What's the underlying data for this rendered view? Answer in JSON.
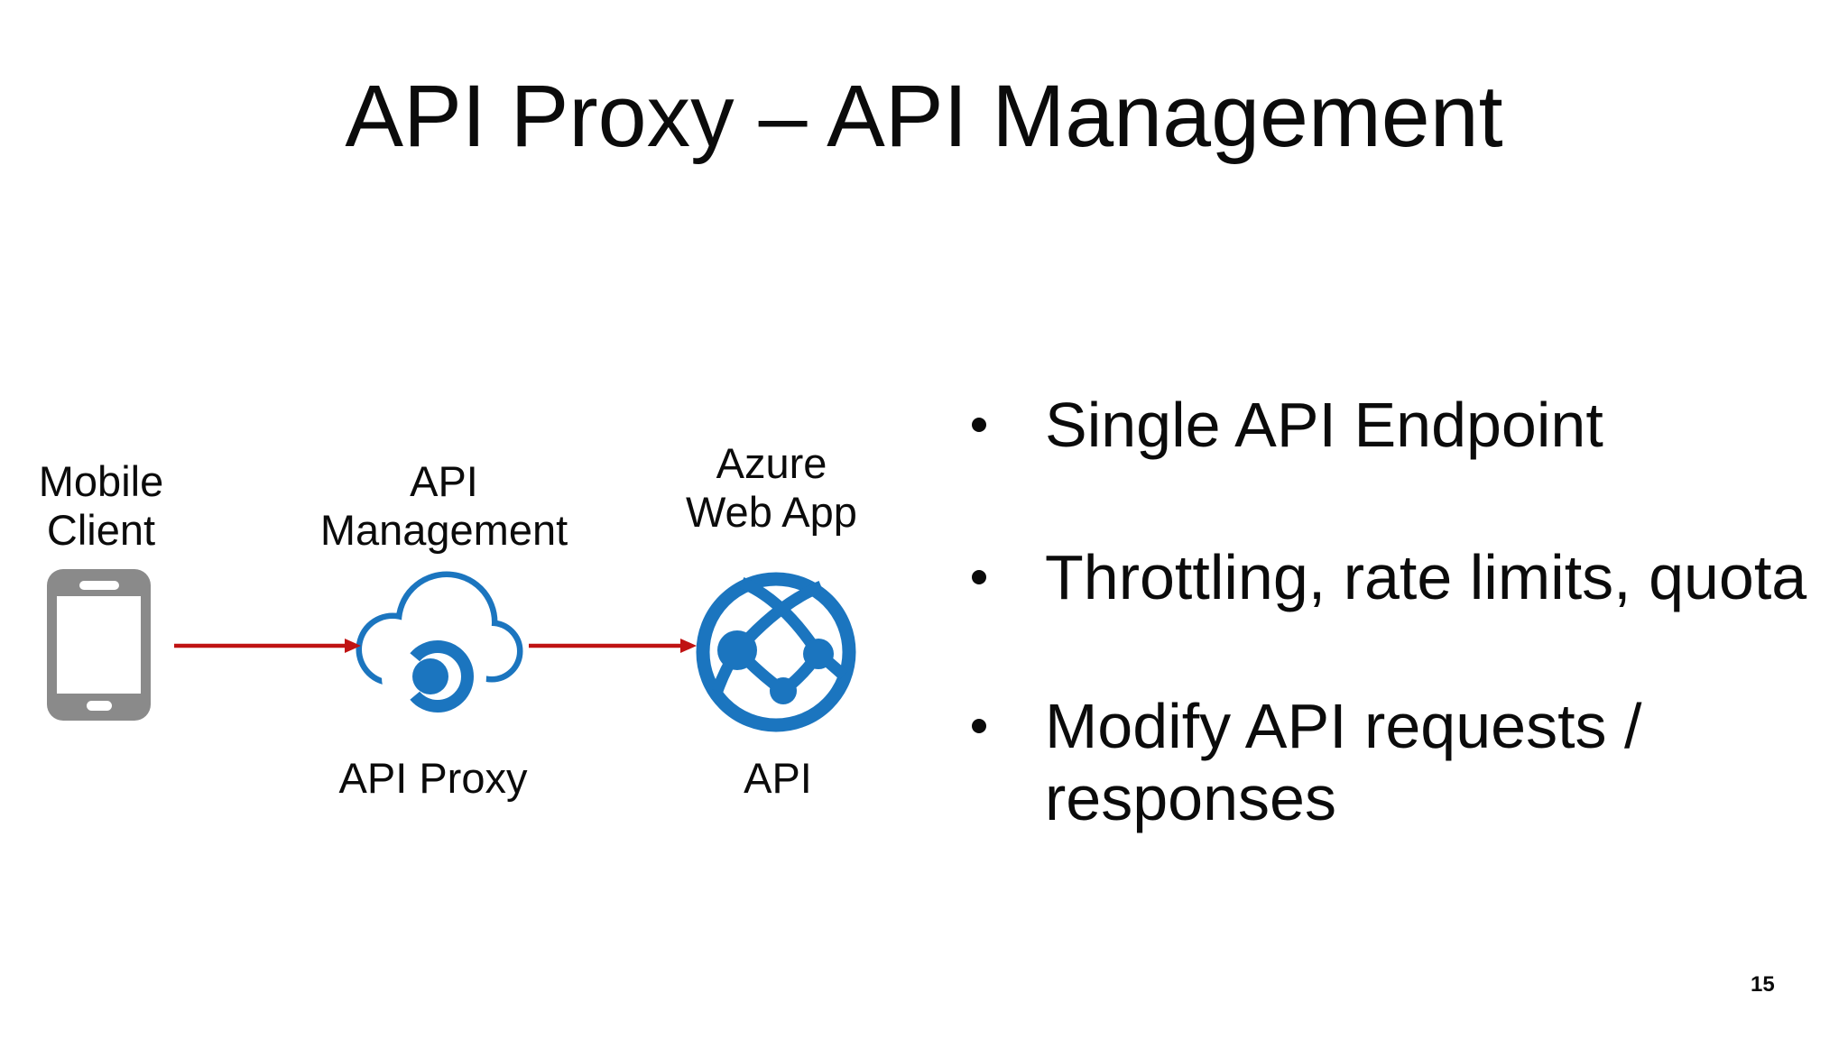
{
  "slide": {
    "title": "API Proxy – API Management",
    "page_number": "15"
  },
  "diagram": {
    "mobile_client": {
      "line1": "Mobile",
      "line2": "Client"
    },
    "api_management": {
      "line1": "API",
      "line2": "Management",
      "caption": "API Proxy"
    },
    "azure_web_app": {
      "line1": "Azure",
      "line2": "Web App",
      "caption": "API"
    },
    "icons": {
      "phone": "mobile-phone-icon",
      "cloud": "api-management-cloud-icon",
      "globe": "azure-web-app-globe-icon"
    },
    "colors": {
      "azure_blue": "#1b75bf",
      "phone_gray": "#8a8a8a",
      "arrow_red": "#c01313"
    }
  },
  "bullets": [
    {
      "lines": [
        "Single API Endpoint"
      ]
    },
    {
      "lines": [
        "Throttling, rate limits, quota"
      ]
    },
    {
      "lines": [
        "Modify API requests /",
        "responses"
      ]
    }
  ]
}
